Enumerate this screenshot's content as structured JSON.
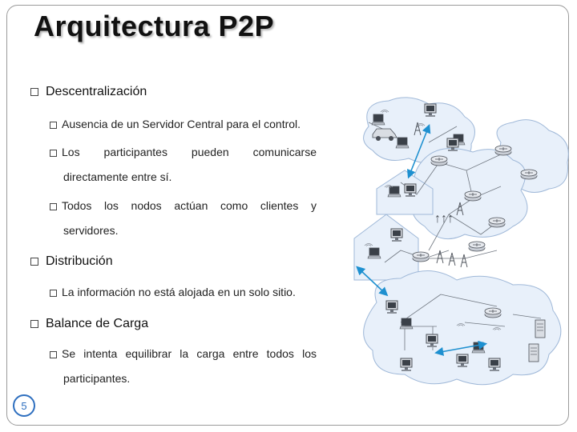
{
  "slide": {
    "title": "Arquitectura P2P",
    "page_number": "5"
  },
  "bullets": [
    {
      "label": "Descentralización",
      "sub": [
        "Ausencia de un Servidor Central para el control.",
        [
          "Los participantes pueden comunicarse",
          "directamente entre sí."
        ],
        [
          "Todos los nodos actúan como clientes y",
          "servidores."
        ]
      ]
    },
    {
      "label": "Distribución",
      "sub": [
        "La información no está alojada en un solo sitio."
      ]
    },
    {
      "label": "Balance de Carga",
      "sub": [
        [
          "Se intenta equilibrar la carga entre todos los",
          "participantes."
        ]
      ]
    }
  ],
  "colors": {
    "bullet_border": "#444444",
    "page_number_accent": "#2e6fbf",
    "cloud_fill": "#e8f0fa",
    "cloud_stroke": "#9fb8d8",
    "link_arrow": "#1e90d0"
  },
  "icons": [
    "checkbox-bullet-icon",
    "laptop-icon",
    "desktop-computer-icon",
    "router-icon",
    "car-icon",
    "antenna-icon",
    "server-icon"
  ]
}
